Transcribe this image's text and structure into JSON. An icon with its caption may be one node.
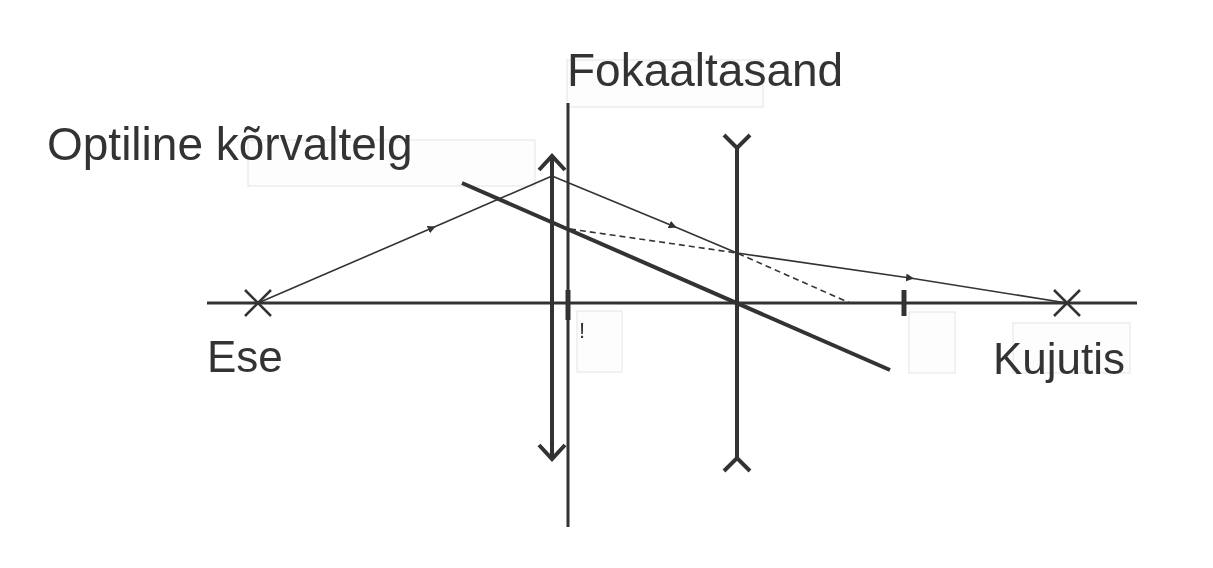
{
  "diagram": {
    "labels": [
      "Fokaaltasand",
      "Optiline kõrvaltelg",
      "Ese",
      "!",
      "Kujutis"
    ]
  }
}
